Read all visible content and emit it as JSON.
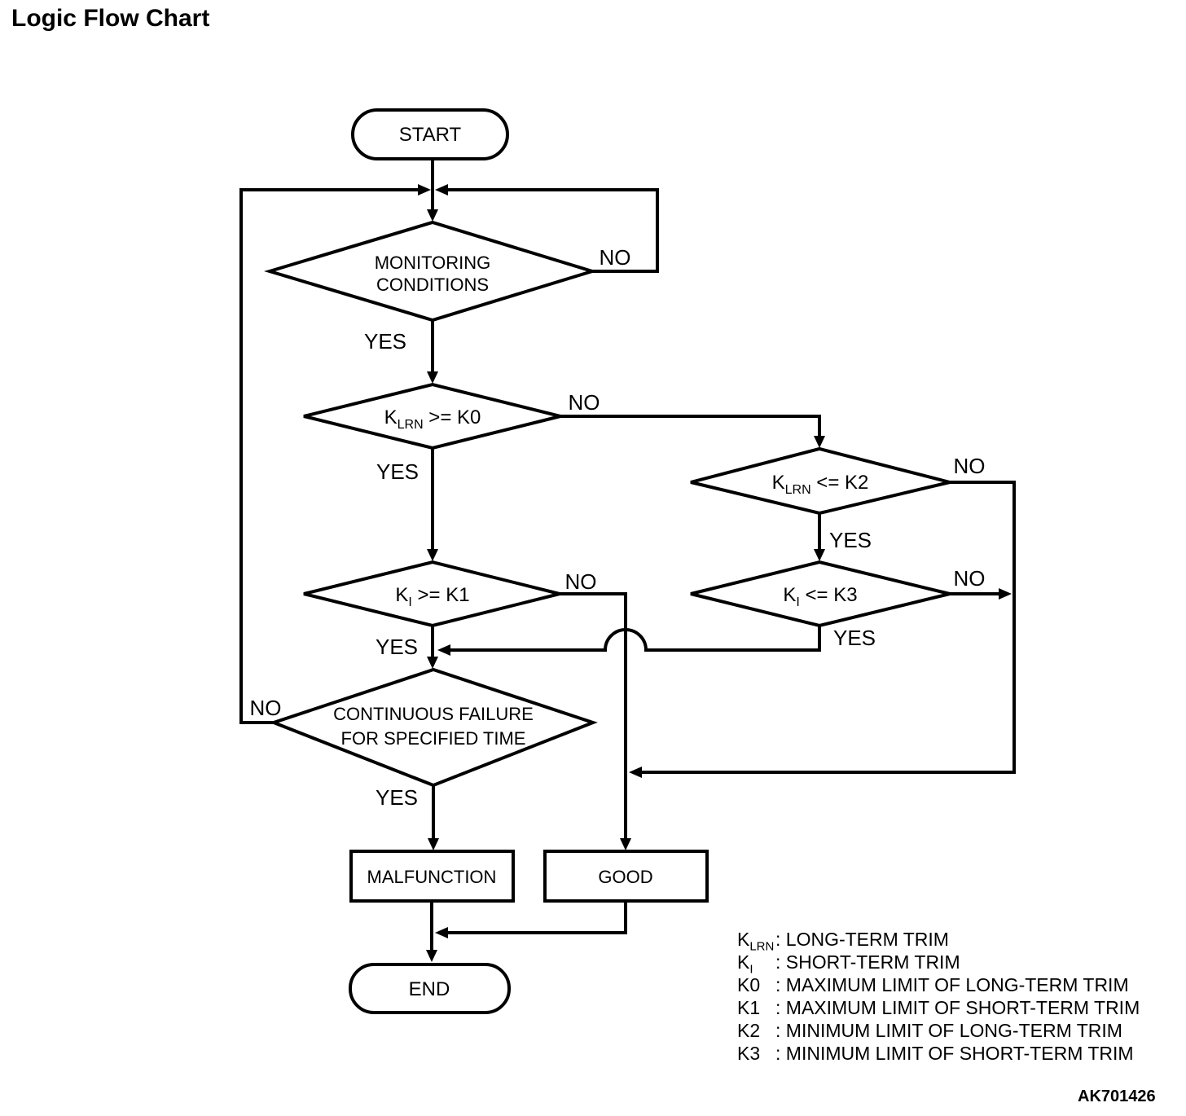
{
  "title": "Logic Flow Chart",
  "code": "AK701426",
  "colors": {
    "ink": "#000000",
    "background": "#ffffff"
  },
  "nodes": {
    "start": {
      "label": "START"
    },
    "monitoring": {
      "line1": "MONITORING",
      "line2": "CONDITIONS"
    },
    "klrn_k0": {
      "pre": "K",
      "sub": "LRN",
      "post": " >= K0"
    },
    "ki_k1": {
      "pre": "K",
      "sub": "I",
      "post": " >= K1"
    },
    "klrn_k2": {
      "pre": "K",
      "sub": "LRN",
      "post": " <= K2"
    },
    "ki_k3": {
      "pre": "K",
      "sub": "I",
      "post": " <= K3"
    },
    "continuous": {
      "line1": "CONTINUOUS FAILURE",
      "line2": "FOR SPECIFIED TIME"
    },
    "malfunction": {
      "label": "MALFUNCTION"
    },
    "good": {
      "label": "GOOD"
    },
    "end": {
      "label": "END"
    }
  },
  "edge_labels": {
    "monitoring_no": "NO",
    "monitoring_yes": "YES",
    "klrn_k0_no": "NO",
    "klrn_k0_yes": "YES",
    "klrn_k2_no": "NO",
    "klrn_k2_yes": "YES",
    "ki_k1_no": "NO",
    "ki_k1_yes": "YES",
    "ki_k3_no": "NO",
    "ki_k3_yes": "YES",
    "continuous_no": "NO",
    "continuous_yes": "YES"
  },
  "legend": {
    "items": [
      {
        "sym": "K",
        "sub": "LRN",
        "desc": ": LONG-TERM TRIM"
      },
      {
        "sym": "K",
        "sub": "I",
        "desc": ": SHORT-TERM TRIM"
      },
      {
        "sym": "K0",
        "sub": "",
        "desc": ": MAXIMUM LIMIT OF LONG-TERM TRIM"
      },
      {
        "sym": "K1",
        "sub": "",
        "desc": ": MAXIMUM LIMIT OF SHORT-TERM TRIM"
      },
      {
        "sym": "K2",
        "sub": "",
        "desc": ": MINIMUM LIMIT OF LONG-TERM TRIM"
      },
      {
        "sym": "K3",
        "sub": "",
        "desc": ": MINIMUM LIMIT OF SHORT-TERM TRIM"
      }
    ]
  }
}
